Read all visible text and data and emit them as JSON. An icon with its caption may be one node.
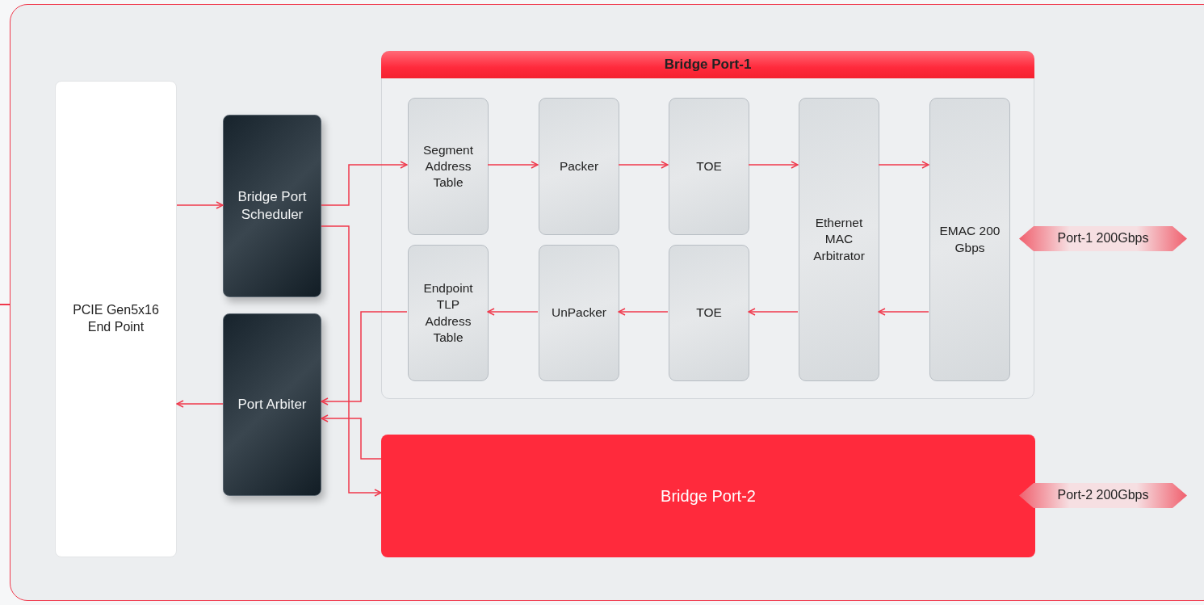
{
  "diagram": {
    "nodes": [
      {
        "text": [
          "PCIE Gen5x16 End Point"
        ]
      },
      {
        "text": [
          "Bridge Port Scheduler"
        ]
      },
      {
        "text": [
          "Port Arbiter"
        ]
      },
      {
        "text": [
          "Bridge Port-1"
        ]
      },
      {
        "text": [
          "Segment Address Table"
        ],
        "in": 3
      },
      {
        "text": [
          "Packer"
        ],
        "in": 3
      },
      {
        "text": [
          "TOE"
        ],
        "in": 3
      },
      {
        "text": [
          "Ethernet MAC Arbitrator"
        ],
        "in": 3
      },
      {
        "text": [
          "EMAC 200 Gbps"
        ],
        "in": 3
      },
      {
        "text": [
          "Endpoint TLP Address Table"
        ],
        "in": 3
      },
      {
        "text": [
          "UnPacker"
        ],
        "in": 3
      },
      {
        "text": [
          "TOE"
        ],
        "in": 3
      },
      {
        "text": [
          "Bridge Port-2"
        ]
      },
      {
        "text": [
          "Port-1 200Gbps"
        ]
      },
      {
        "text": [
          "Port-2 200Gbps"
        ]
      }
    ],
    "edges": [
      {
        "from": 0,
        "to": 1,
        "arrow": "to"
      },
      {
        "from": 1,
        "to": 4,
        "arrow": "to"
      },
      {
        "from": 4,
        "to": 5,
        "arrow": "to"
      },
      {
        "from": 5,
        "to": 6,
        "arrow": "to"
      },
      {
        "from": 6,
        "to": 7,
        "arrow": "to"
      },
      {
        "from": 7,
        "to": 8,
        "arrow": "to"
      },
      {
        "from": 8,
        "to": 7,
        "arrow": "to"
      },
      {
        "from": 7,
        "to": 11,
        "arrow": "to"
      },
      {
        "from": 11,
        "to": 10,
        "arrow": "to"
      },
      {
        "from": 10,
        "to": 9,
        "arrow": "to"
      },
      {
        "from": 9,
        "to": 2,
        "arrow": "to"
      },
      {
        "from": 12,
        "to": 2,
        "arrow": "to"
      },
      {
        "from": 1,
        "to": 12,
        "arrow": "to"
      },
      {
        "from": 2,
        "to": 0,
        "arrow": "to"
      }
    ]
  }
}
